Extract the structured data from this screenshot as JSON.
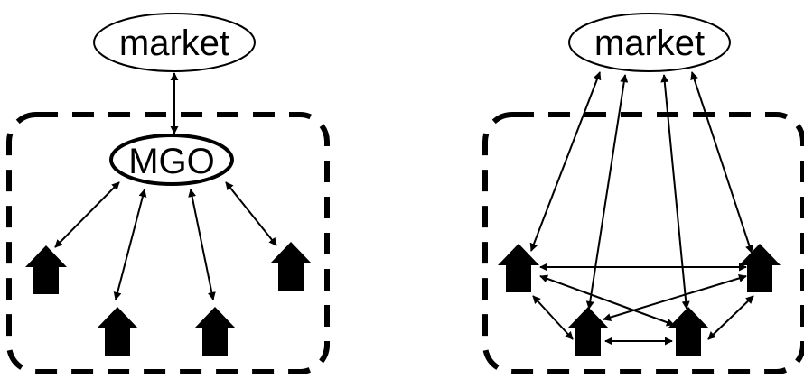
{
  "left_panel": {
    "market_label": "market",
    "operator_label": "MGO"
  },
  "right_panel": {
    "market_label": "market"
  },
  "colors": {
    "stroke": "#000000",
    "fill": "#000000",
    "background": "#ffffff"
  }
}
